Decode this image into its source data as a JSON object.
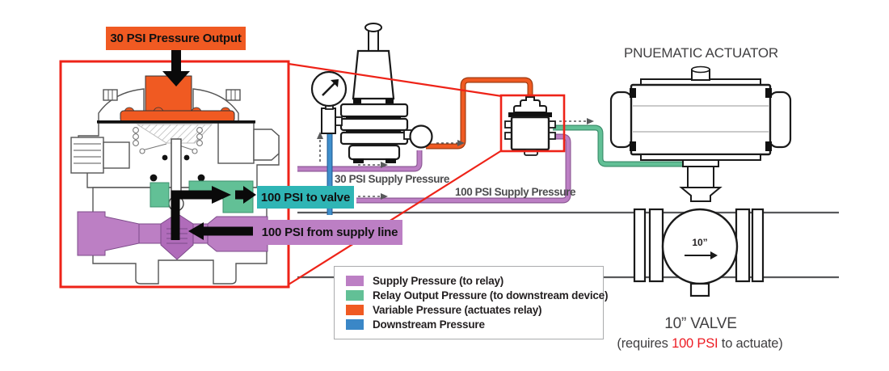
{
  "callouts": {
    "pressure_output": "30 PSI Pressure Output",
    "to_valve": "100 PSI to valve",
    "from_supply_line": "100 PSI from supply line"
  },
  "pipe_labels": {
    "supply_30": "30 PSI Supply Pressure",
    "supply_100": "100 PSI Supply Pressure"
  },
  "actuator": {
    "title": "PNUEMATIC ACTUATOR"
  },
  "valve": {
    "size_marker": "10”",
    "name": "10” VALVE",
    "req_prefix": "(requires ",
    "req_pressure": "100 PSI",
    "req_suffix": " to actuate)"
  },
  "legend": {
    "items": [
      {
        "label": "Supply Pressure (to relay)",
        "color": "#bc7fc4"
      },
      {
        "label": "Relay Output Pressure (to downstream device)",
        "color": "#62c096"
      },
      {
        "label": "Variable Pressure (actuates relay)",
        "color": "#f05a22"
      },
      {
        "label": "Downstream Pressure",
        "color": "#3a87c7"
      }
    ]
  },
  "colors": {
    "supply": "#bc7fc4",
    "supply_dark": "#8e5a96",
    "relay_output": "#62c096",
    "relay_output_dark": "#3c8f6c",
    "variable": "#f05a22",
    "variable_dark": "#9c3a10",
    "downstream": "#3f8fcc",
    "downstream_dark": "#27629b",
    "teal_label": "#2fb5b5",
    "callout_red": "#ee2318",
    "pipe_gray": "#58595b",
    "highlight_red": "#ed1c24"
  }
}
